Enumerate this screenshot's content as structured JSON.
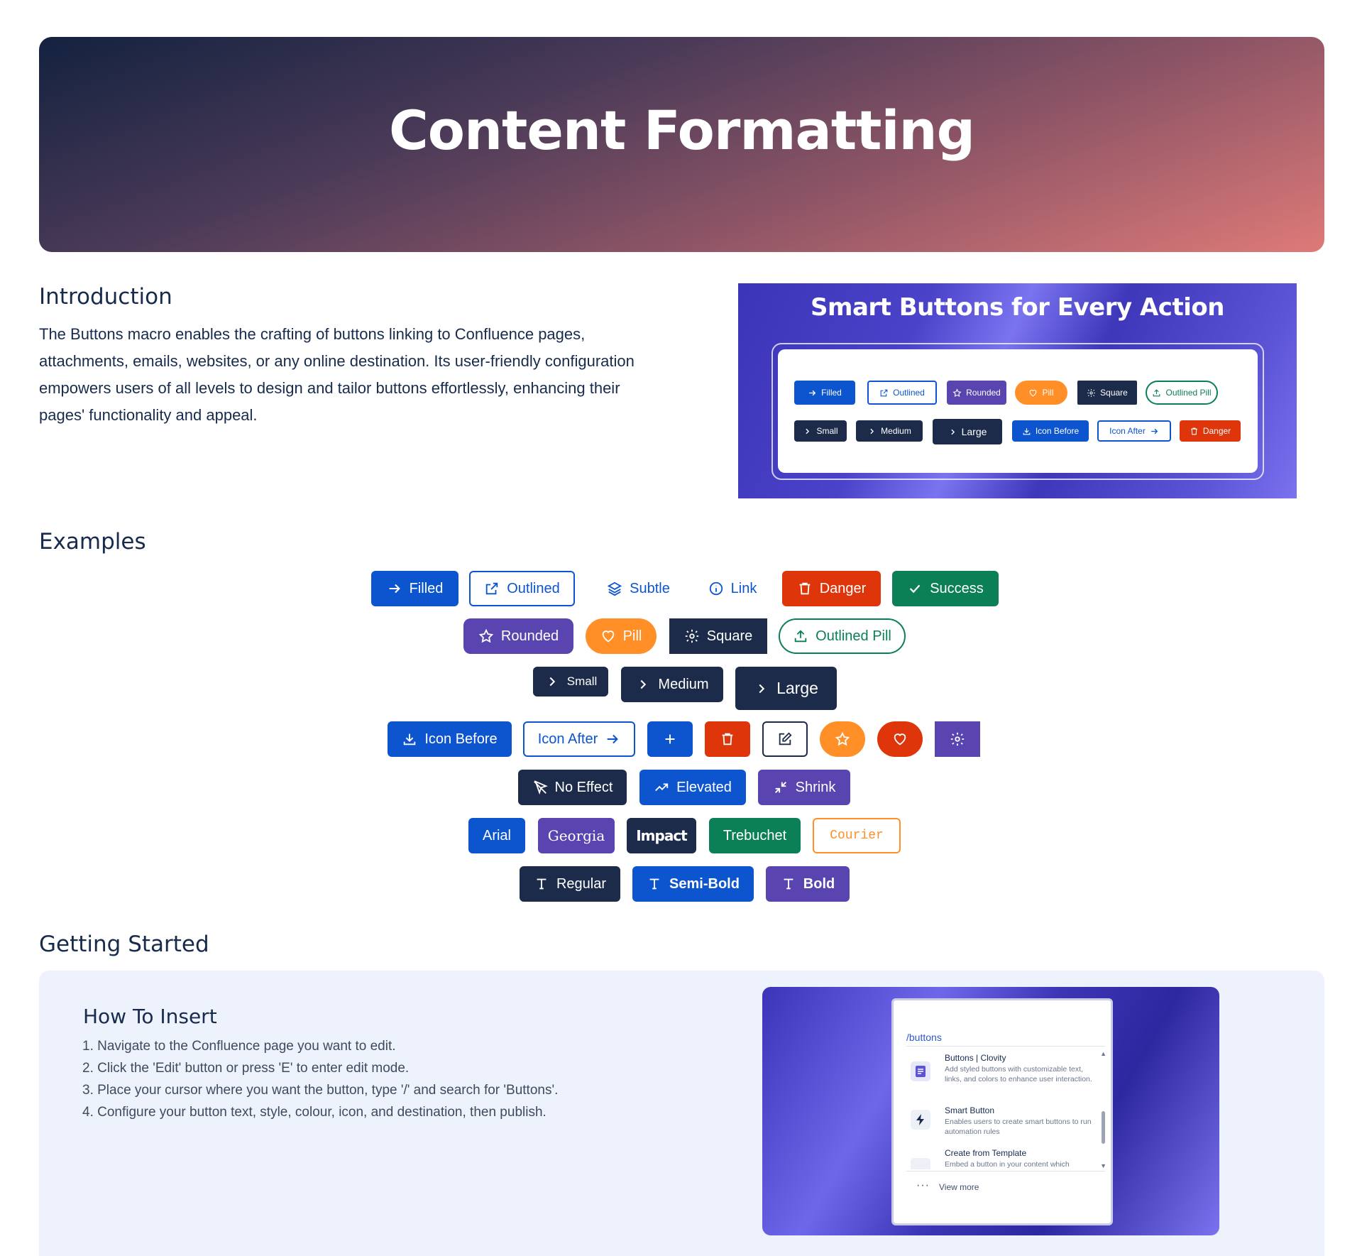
{
  "hero": {
    "title": "Content Formatting"
  },
  "intro": {
    "heading": "Introduction",
    "text": "The Buttons macro enables the crafting of buttons linking to Confluence pages, attachments, emails, websites, or any online destination. Its user-friendly configuration empowers users of all levels to design and tailor buttons effortlessly, enhancing their pages' functionality and appeal."
  },
  "banner": {
    "title": "Smart Buttons for Every Action",
    "row1": [
      "Filled",
      "Outlined",
      "Rounded",
      "Pill",
      "Square",
      "Outlined Pill"
    ],
    "row2": [
      "Small",
      "Medium",
      "Large",
      "Icon Before",
      "Icon After",
      "Danger"
    ]
  },
  "examples": {
    "heading": "Examples",
    "row1": [
      "Filled",
      "Outlined",
      "Subtle",
      "Link",
      "Danger",
      "Success"
    ],
    "row2": [
      "Rounded",
      "Pill",
      "Square",
      "Outlined Pill"
    ],
    "row3": [
      "Small",
      "Medium",
      "Large"
    ],
    "row4": [
      "Icon Before",
      "Icon After"
    ],
    "row5": [
      "No Effect",
      "Elevated",
      "Shrink"
    ],
    "row6": [
      "Arial",
      "Georgia",
      "Impact",
      "Trebuchet",
      "Courier"
    ],
    "row7": [
      "Regular",
      "Semi-Bold",
      "Bold"
    ]
  },
  "getting_started": {
    "heading": "Getting Started",
    "panel_title": "How To Insert",
    "steps": [
      "1. Navigate to the Confluence page you want to edit.",
      "2. Click the 'Edit' button or press 'E' to enter edit mode.",
      "3. Place your cursor where you want the button, type '/' and search for 'Buttons'.",
      "4. Configure your button text, style, colour, icon, and destination, then publish."
    ],
    "screenshot": {
      "query": "/buttons",
      "items": [
        {
          "title": "Buttons | Clovity",
          "desc": "Add styled buttons with customizable text, links, and colors to enhance user interaction."
        },
        {
          "title": "Smart Button",
          "desc": "Enables users to create smart buttons to run automation rules"
        },
        {
          "title": "Create from Template",
          "desc": "Embed a button in your content which"
        }
      ],
      "view_more": "View more"
    }
  },
  "colors": {
    "blue": "#0c55cf",
    "navy": "#1d2b4a",
    "red": "#de350b",
    "green": "#0b7f56",
    "purple": "#5a45b0",
    "orange": "#ff8f26"
  }
}
